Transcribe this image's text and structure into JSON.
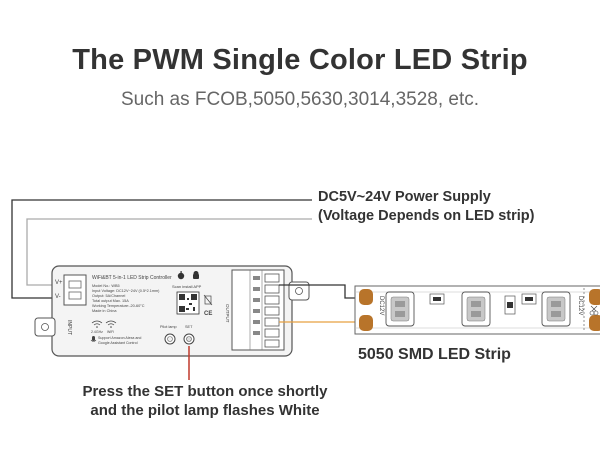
{
  "header": {
    "title": "The PWM Single Color LED Strip",
    "subtitle": "Such as FCOB,5050,5630,3014,3528, etc."
  },
  "callouts": {
    "power_line1": "DC5V~24V Power Supply",
    "power_line2": "(Voltage Depends on LED strip)",
    "strip": "5050 SMD LED Strip",
    "set_line1": "Press the SET button once shortly",
    "set_line2": "and the pilot lamp flashes White"
  },
  "controller": {
    "name": "WiFi&BT 5-in-1 LED Strip Controller",
    "model": "Model No.: WB5",
    "input": "Input Voltage: DC12V~24V (0.5*2.1mm)",
    "output": "Output: 5A/Channel",
    "total": "Total output Max. 15A",
    "temp": "Working Temperature:-20-60°C",
    "made": "Made in China",
    "scan": "Scan install APP",
    "wifi_24": "2.4GHz",
    "wifi": "WiFi",
    "support1": "Support Amazon Alexa and",
    "support2": "Google Assistant Control",
    "pilot": "Pilot lamp",
    "set": "SET",
    "input_label": "INPUT",
    "output_label": "OUTPUT",
    "v_plus": "V+",
    "v_minus": "V-",
    "ce": "CE"
  },
  "strip_marks": {
    "voltage": "DC12V"
  },
  "colors": {
    "text_dark": "#333333",
    "text_sub": "#666666",
    "red_wire": "#c0392b",
    "orange_wire": "#e8a040",
    "pad_copper": "#b8742a"
  }
}
